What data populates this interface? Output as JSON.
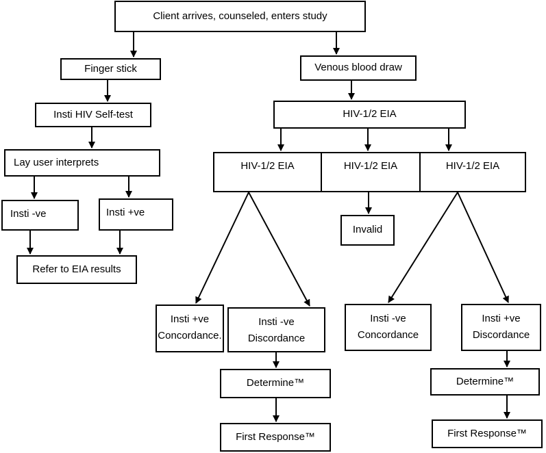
{
  "flowchart": {
    "start": "Client arrives, counseled, enters study",
    "left_branch": {
      "finger_stick": "Finger stick",
      "self_test": "Insti HIV Self-test",
      "lay_user": "Lay user interprets",
      "insti_neg": "Insti -ve",
      "insti_pos": "Insti +ve",
      "refer": "Refer to EIA results"
    },
    "right_branch": {
      "venous": "Venous blood draw",
      "eia_main": "HIV-1/2 EIA",
      "eia_left": "HIV-1/2 EIA",
      "eia_mid": "HIV-1/2 EIA",
      "eia_right": "HIV-1/2 EIA",
      "invalid": "Invalid",
      "result_1_line1": "Insti +ve",
      "result_1_line2": "Concordance.",
      "result_2_line1": "Insti -ve",
      "result_2_line2": "Discordance",
      "result_3_line1": "Insti -ve",
      "result_3_line2": "Concordance",
      "result_4_line1": "Insti +ve",
      "result_4_line2": "Discordance",
      "determine_left": "Determine™",
      "first_response_left": "First Response™",
      "determine_right": "Determine™",
      "first_response_right": "First Response™"
    }
  },
  "colors": {
    "line": "#000000",
    "box_fill": "#ffffff",
    "background": "#ffffff"
  }
}
